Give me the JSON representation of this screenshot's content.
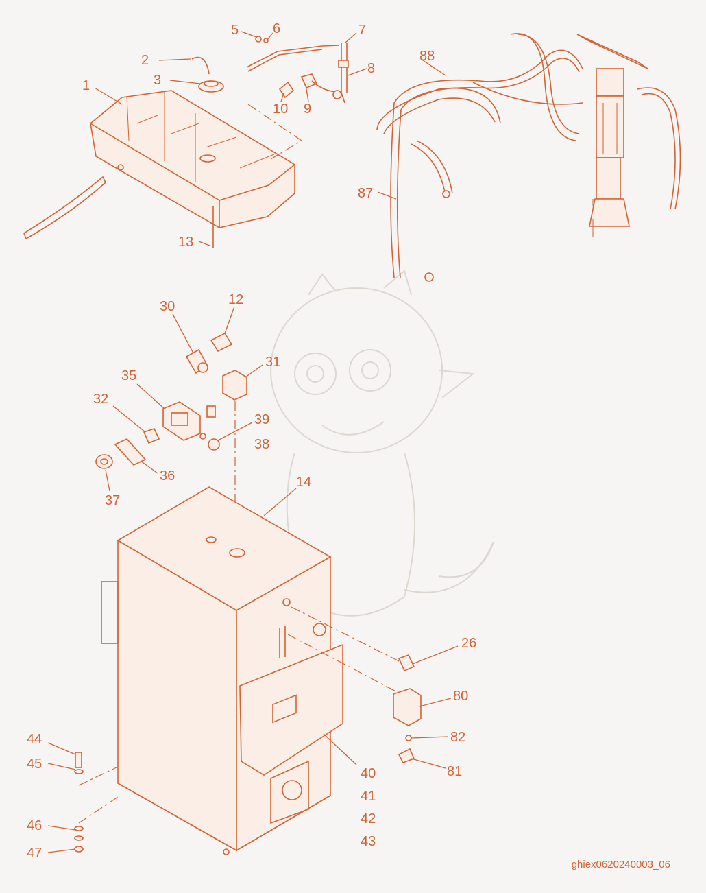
{
  "drawing_ref": "ghiex0620240003_06",
  "callouts": [
    "1",
    "2",
    "3",
    "5",
    "6",
    "7",
    "8",
    "9",
    "10",
    "12",
    "13",
    "14",
    "26",
    "30",
    "31",
    "32",
    "35",
    "36",
    "37",
    "38",
    "39",
    "40",
    "41",
    "42",
    "43",
    "44",
    "45",
    "46",
    "47",
    "80",
    "81",
    "82",
    "87",
    "88"
  ],
  "colors": {
    "line": "#cf6536",
    "background": "#f7f5f3",
    "watermark": "#ddd7d2"
  }
}
